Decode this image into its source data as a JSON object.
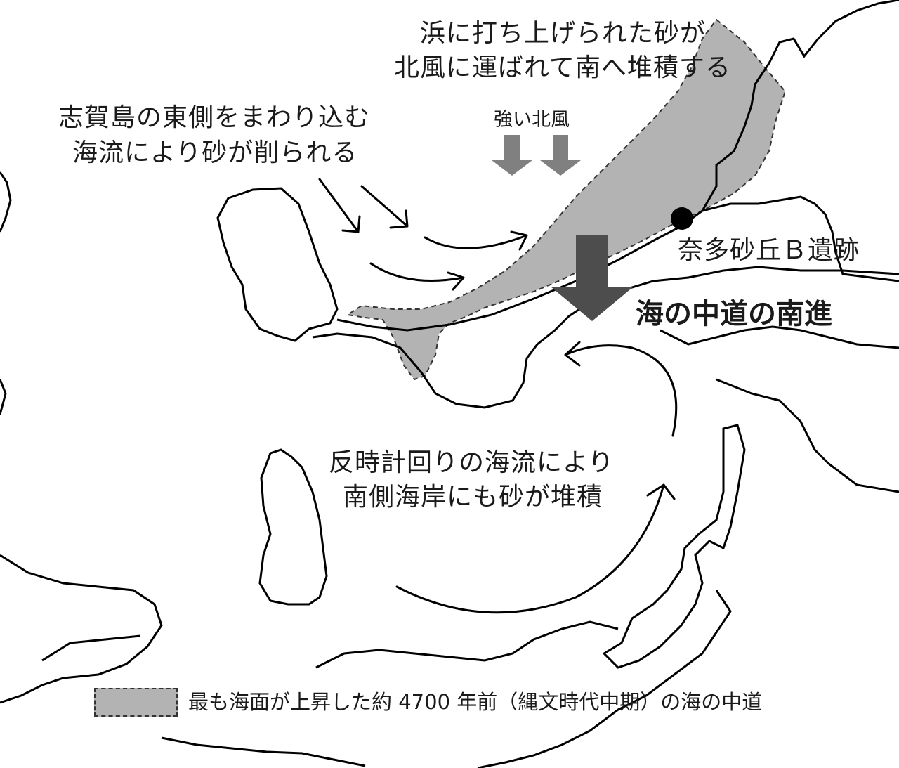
{
  "annotations": {
    "sand_line1": "浜に打ち上げられた砂が",
    "sand_line2": "北風に運ばれて南へ堆積する",
    "shika_line1": "志賀島の東側をまわり込む",
    "shika_line2": "海流により砂が削られる",
    "north_wind": "強い北風",
    "site": "奈多砂丘Ｂ遺跡",
    "southward": "海の中道の南進",
    "ccw_line1": "反時計回りの海流により",
    "ccw_line2": "南側海岸にも砂が堆積"
  },
  "legend": {
    "label": "最も海面が上昇した約 4700 年前（縄文時代中期）の海の中道"
  },
  "colors": {
    "ancient_sandbar": "#b3b3b3",
    "coastline": "#000000",
    "wind_arrow": "#808080",
    "south_arrow": "#4d4d4d",
    "current_arrow": "#000000"
  },
  "icons": {
    "site_marker": "filled-circle",
    "wind": "down-arrow",
    "current": "curved-arrow"
  }
}
